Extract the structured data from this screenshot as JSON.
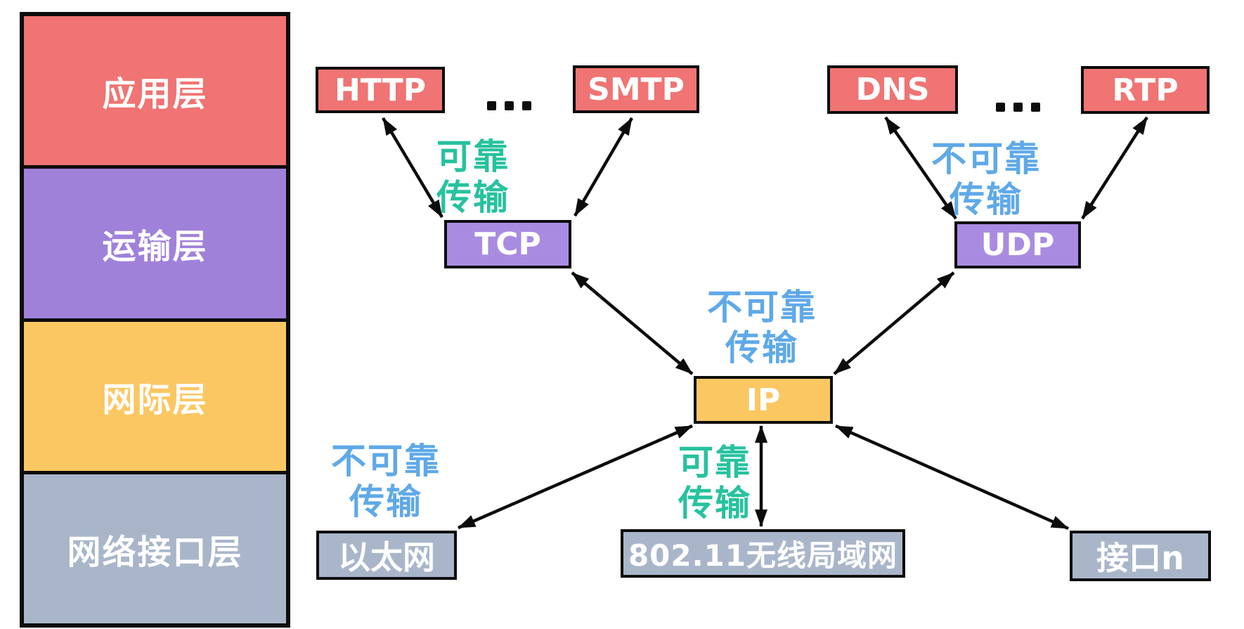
{
  "palette": {
    "app_red": "#ef7473",
    "stack_purple": "#a081da",
    "box_purple": "#a98ce1",
    "internet_yellow": "#fbc763",
    "link_gray": "#a9b6ca",
    "reliable_green": "#27c29e",
    "unreliable_blue": "#5fa9e8",
    "line_black": "#0c0c0c",
    "background_white": "#ffffff",
    "box_text_white": "#ffffff"
  },
  "layer_stack": [
    {
      "id": "application",
      "label": "应用层",
      "color_key": "app_red"
    },
    {
      "id": "transport",
      "label": "运输层",
      "color_key": "stack_purple"
    },
    {
      "id": "internet",
      "label": "网际层",
      "color_key": "internet_yellow"
    },
    {
      "id": "network_interface",
      "label": "网络接口层",
      "color_key": "link_gray"
    }
  ],
  "protocols": {
    "http": "HTTP",
    "smtp": "SMTP",
    "dns": "DNS",
    "rtp": "RTP",
    "tcp": "TCP",
    "udp": "UDP",
    "ip": "IP",
    "ethernet": "以太网",
    "wlan": "802.11无线局域网",
    "interface_n": "接口n"
  },
  "captions": {
    "reliable_top": {
      "lines": [
        "可靠",
        "传输"
      ],
      "meaning": "reliable transmission",
      "color_key": "reliable_green"
    },
    "unreliable_right": {
      "lines": [
        "不可靠",
        "传输"
      ],
      "meaning": "unreliable transmission",
      "color_key": "unreliable_blue"
    },
    "unreliable_middle": {
      "lines": [
        "不可靠",
        "传输"
      ],
      "meaning": "unreliable transmission",
      "color_key": "unreliable_blue"
    },
    "unreliable_bottom_left": {
      "lines": [
        "不可靠",
        "传输"
      ],
      "meaning": "unreliable transmission",
      "color_key": "unreliable_blue"
    },
    "reliable_bottom": {
      "lines": [
        "可靠",
        "传输"
      ],
      "meaning": "reliable transmission",
      "color_key": "reliable_green"
    }
  },
  "icons": {
    "ellipsis_left": "horizontal-ellipsis-dots",
    "ellipsis_right": "horizontal-ellipsis-dots"
  },
  "connections": [
    {
      "from": "http",
      "to": "tcp",
      "style": "double-arrow",
      "relation": "reliable_top"
    },
    {
      "from": "smtp",
      "to": "tcp",
      "style": "double-arrow",
      "relation": "reliable_top"
    },
    {
      "from": "dns",
      "to": "udp",
      "style": "double-arrow",
      "relation": "unreliable_right"
    },
    {
      "from": "rtp",
      "to": "udp",
      "style": "double-arrow",
      "relation": "unreliable_right"
    },
    {
      "from": "tcp",
      "to": "ip",
      "style": "double-arrow",
      "relation": "unreliable_middle"
    },
    {
      "from": "udp",
      "to": "ip",
      "style": "double-arrow",
      "relation": "unreliable_middle"
    },
    {
      "from": "ip",
      "to": "ethernet",
      "style": "double-arrow",
      "relation": "unreliable_bottom_left"
    },
    {
      "from": "ip",
      "to": "wlan",
      "style": "double-arrow",
      "relation": "reliable_bottom"
    },
    {
      "from": "ip",
      "to": "interface_n",
      "style": "double-arrow",
      "relation": ""
    }
  ]
}
